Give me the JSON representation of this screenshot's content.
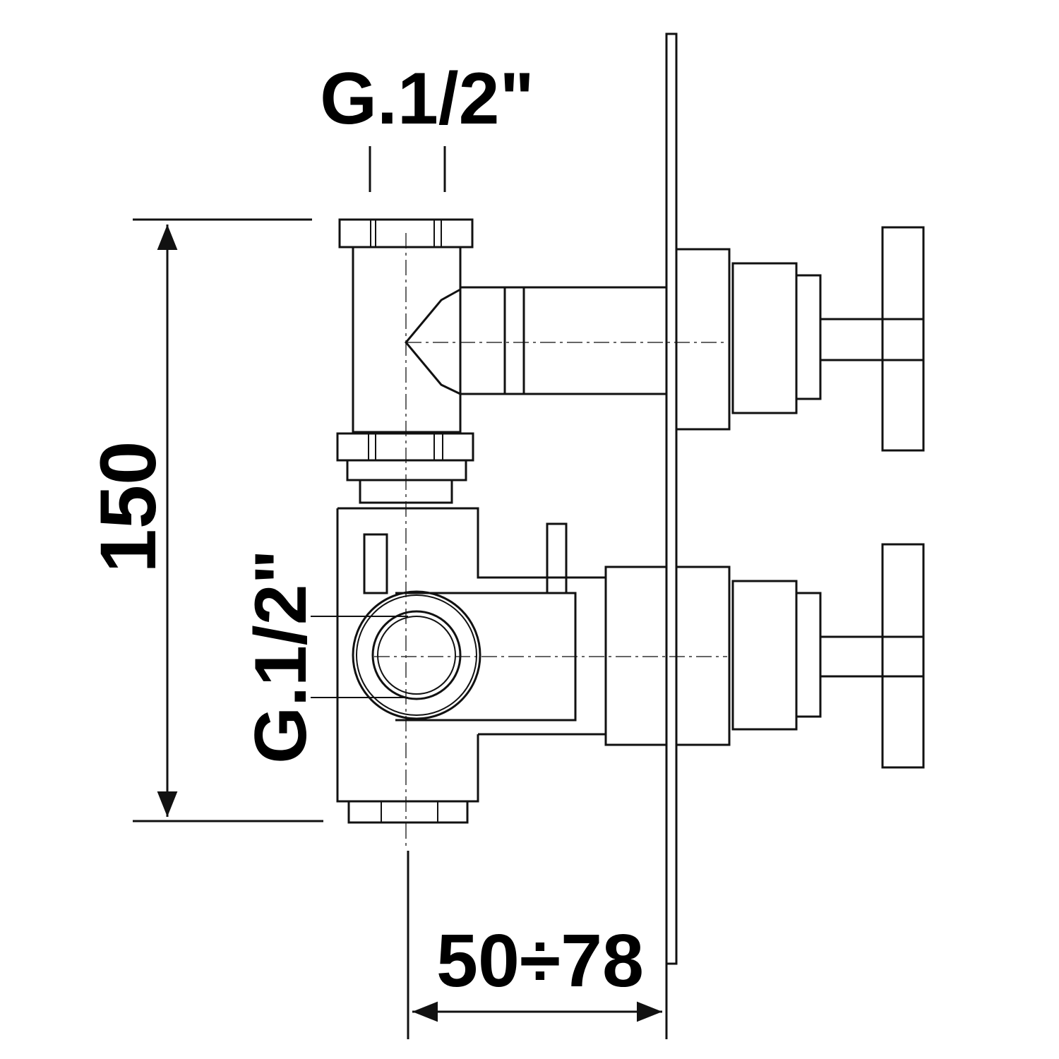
{
  "drawing": {
    "top_thread_label": "G.1/2\"",
    "side_thread_label": "G.1/2\"",
    "height_dimension": "150",
    "depth_dimension": "50÷78"
  },
  "colors": {
    "line": "#111111",
    "background": "#ffffff"
  }
}
